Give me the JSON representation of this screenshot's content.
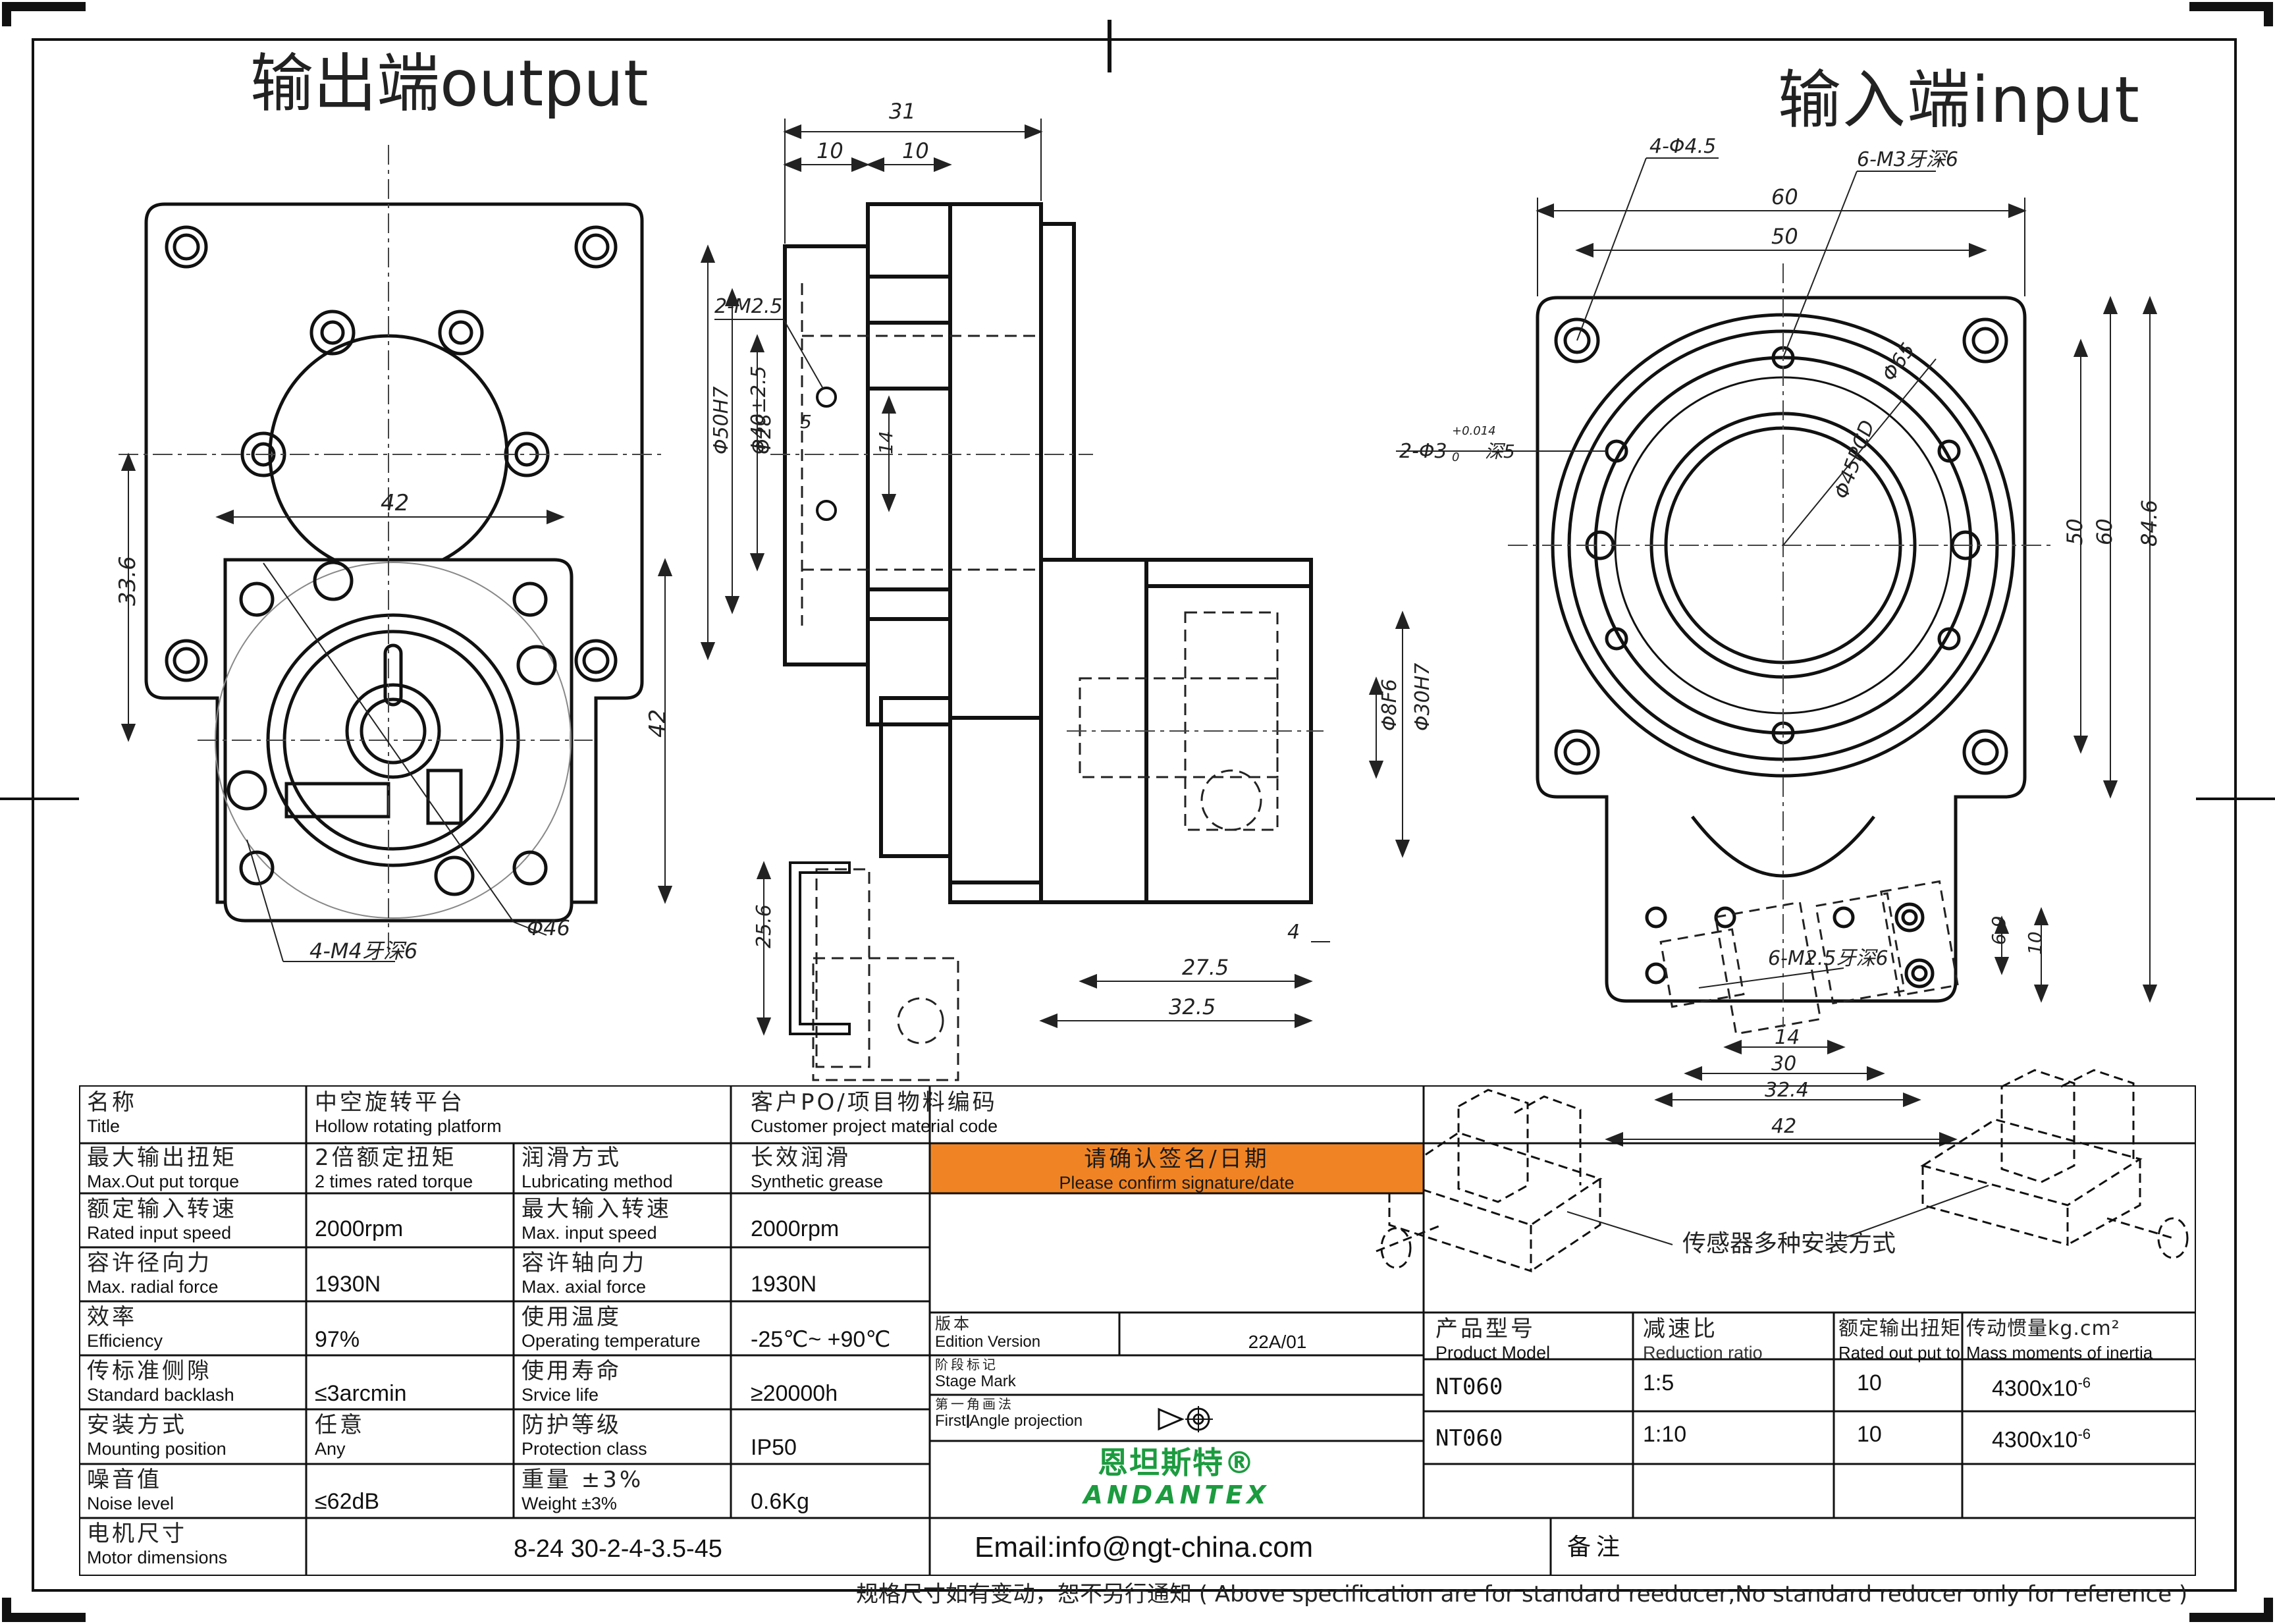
{
  "headings": {
    "output": "输出端output",
    "input": "输入端input"
  },
  "dims_mid": {
    "d31": "31",
    "d10a": "10",
    "d10b": "10",
    "d2m25": "2-M2.5",
    "d5": "5",
    "d14": "14",
    "d50h7": "Φ50H7",
    "d40": "Φ40±2.5",
    "d28": "Φ28",
    "d8f6": "Φ8F6",
    "d30h7": "Φ30H7",
    "d275": "27.5",
    "d325": "32.5",
    "d4": "4",
    "d256": "25.6"
  },
  "dims_left": {
    "d42": "42",
    "d336": "33.6",
    "d42v": "42",
    "d46": "Φ46",
    "d4m4": "4-M4牙深6"
  },
  "dims_right": {
    "d4p45": "4-Φ4.5",
    "d6m3": "6-M3牙深6",
    "d60": "60",
    "d50": "50",
    "d65": "Φ65",
    "d2p3": "2-Φ3",
    "d2p3tol": "+0.014",
    "d2p3tol0": "0",
    "d2p3deep": "深5",
    "d45pcd": "Φ45PCD",
    "d50v": "50",
    "d60v": "60",
    "d846": "84.6",
    "d6m25": "6-M2.5牙深6",
    "d69": "6.9",
    "d10": "10",
    "d14": "14",
    "d30": "30",
    "d324": "32.4",
    "d42": "42"
  },
  "sensor_note": "传感器多种安装方式",
  "spec": {
    "title": {
      "zh": "名称",
      "en": "Title",
      "vzh": "中空旋转平台",
      "ven": "Hollow rotating platform"
    },
    "po": {
      "zh": "客户PO/项目物料编码",
      "en": "Customer project material code"
    },
    "torque": {
      "zh": "最大输出扭矩",
      "en": "Max.Out put torque",
      "vzh": "2倍额定扭矩",
      "ven": "2 times rated torque"
    },
    "lube": {
      "zh": "润滑方式",
      "en": "Lubricating method",
      "vzh": "长效润滑",
      "ven": "Synthetic grease"
    },
    "confirm": {
      "zh": "请确认签名/日期",
      "en": "Please confirm signature/date"
    },
    "rated_speed": {
      "zh": "额定输入转速",
      "en": "Rated input speed",
      "v": "2000rpm"
    },
    "max_speed": {
      "zh": "最大输入转速",
      "en": "Max. input speed",
      "v": "2000rpm"
    },
    "radial": {
      "zh": "容许径向力",
      "en": "Max. radial force",
      "v": "1930N"
    },
    "axial": {
      "zh": "容许轴向力",
      "en": "Max. axial force",
      "v": "1930N"
    },
    "eff": {
      "zh": "效率",
      "en": "Efficiency",
      "v": "97%"
    },
    "temp": {
      "zh": "使用温度",
      "en": "Operating temperature",
      "v": "-25℃~ +90℃"
    },
    "backlash": {
      "zh": "传标准侧隙",
      "en": "Standard backlash",
      "v": "≤3arcmin"
    },
    "life": {
      "zh": "使用寿命",
      "en": "Srvice life",
      "v": "≥20000h"
    },
    "mount": {
      "zh": "安装方式",
      "en": "Mounting position",
      "vzh": "任意",
      "ven": "Any"
    },
    "protect": {
      "zh": "防护等级",
      "en": "Protection class",
      "v": "IP50"
    },
    "noise": {
      "zh": "噪音值",
      "en": "Noise level",
      "v": "≤62dB"
    },
    "weight": {
      "zh": "重量 ±3%",
      "en": "Weight ±3%",
      "v": "0.6Kg"
    },
    "motor": {
      "zh": "电机尺寸",
      "en": "Motor dimensions",
      "v": "8-24  30-2-4-3.5-45"
    }
  },
  "edition": {
    "version_zh": "版本",
    "version_en": "Edition Version",
    "version_v": "22A/01",
    "stage_zh": "阶段标记",
    "stage_en": "Stage Mark",
    "proj_zh": "第一角画法",
    "proj_en": "First Angle projection"
  },
  "brand": {
    "cn": "恩坦斯特®",
    "en": "ANDANTEX"
  },
  "email": "Email:info@ngt-china.com",
  "remark": "备注",
  "models": {
    "headers": [
      {
        "zh": "产品型号",
        "en": "Product Model"
      },
      {
        "zh": "减速比",
        "en": "Reduction ratio"
      },
      {
        "zh": "额定输出扭矩Nm",
        "en": "Rated out put torque"
      },
      {
        "zh": "传动惯量kg.cm²",
        "en": "Mass moments of inertia"
      }
    ],
    "rows": [
      {
        "model": "NT060",
        "ratio": "1:5",
        "torque": "10",
        "inertia": "4300x10",
        "exp": "-6"
      },
      {
        "model": "NT060",
        "ratio": "1:10",
        "torque": "10",
        "inertia": "4300x10",
        "exp": "-6"
      }
    ]
  },
  "footer": "规格尺寸如有变动，恕不另行通知  ( Above specification are for standard reeducer,No standard reducer only for reference )",
  "colors": {
    "accent": "#f08424",
    "brand_green": "#1c9b3f",
    "line": "#111111"
  }
}
